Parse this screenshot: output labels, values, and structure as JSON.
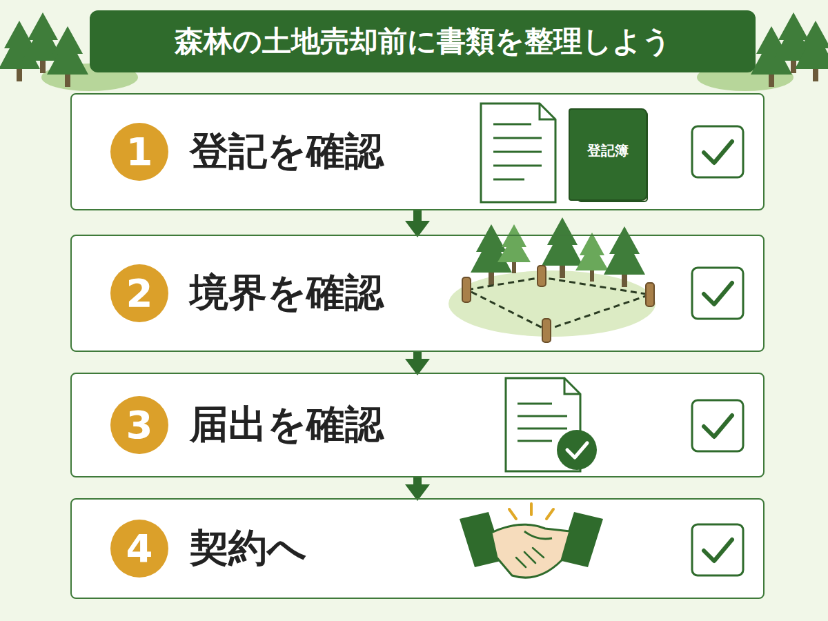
{
  "diagram": {
    "title": "森林の土地売却前に書類を整理しよう",
    "nodes": [
      {
        "text": [
          "登記を確認"
        ]
      },
      {
        "text": [
          "1"
        ],
        "in": 0
      },
      {
        "text": [
          "登記簿"
        ],
        "in": 0
      },
      {
        "text": [
          "境界を確認"
        ]
      },
      {
        "text": [
          "2"
        ],
        "in": 3
      },
      {
        "text": [
          "届出を確認"
        ]
      },
      {
        "text": [
          "3"
        ],
        "in": 5
      },
      {
        "text": [
          "契約へ"
        ]
      },
      {
        "text": [
          "4"
        ],
        "in": 7
      }
    ],
    "edges": [
      {
        "from": 0,
        "to": 3,
        "arrow": "to"
      },
      {
        "from": 3,
        "to": 5,
        "arrow": "to"
      },
      {
        "from": 5,
        "to": 7,
        "arrow": "to"
      }
    ]
  }
}
